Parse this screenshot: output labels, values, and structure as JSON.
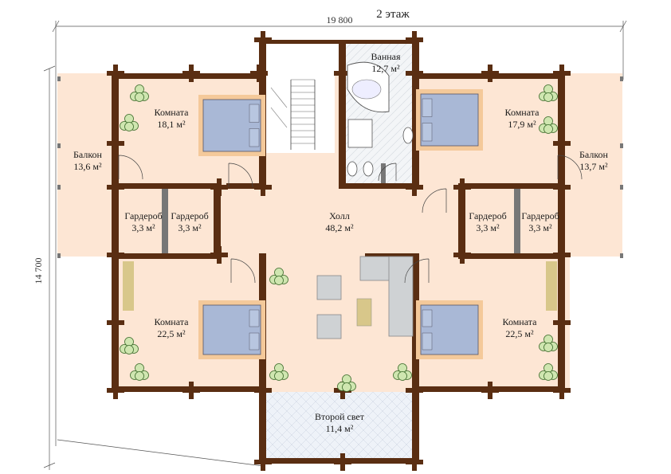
{
  "title": "2 этаж",
  "dimensions": {
    "width": "19 800",
    "height": "14 700"
  },
  "colors": {
    "floor": "#fde6d4",
    "balcony": "#fde6d4",
    "wall": "#5a2e12",
    "bed": "#a9b8d6",
    "pillow": "#ffffff",
    "frame": "#f4c99a",
    "plant": "#cfe6b0",
    "plant_stroke": "#3c6b2a",
    "sofa": "#cfd2d4",
    "table": "#d8c78a",
    "bath_floor": "#eef0f2",
    "void": "#e8eef6"
  },
  "rooms": [
    {
      "name": "Ванная",
      "area": "12,7 м²"
    },
    {
      "name": "Комната",
      "area": "18,1 м²"
    },
    {
      "name": "Комната",
      "area": "17,9 м²"
    },
    {
      "name": "Балкон",
      "area": "13,6 м²"
    },
    {
      "name": "Балкон",
      "area": "13,7 м²"
    },
    {
      "name": "Гардероб",
      "area": "3,3 м²"
    },
    {
      "name": "Гардероб",
      "area": "3,3 м²"
    },
    {
      "name": "Холл",
      "area": "48,2 м²"
    },
    {
      "name": "Гардероб",
      "area": "3,3 м²"
    },
    {
      "name": "Гардероб",
      "area": "3,3 м²"
    },
    {
      "name": "Комната",
      "area": "22,5 м²"
    },
    {
      "name": "Комната",
      "area": "22,5 м²"
    },
    {
      "name": "Второй свет",
      "area": "11,4 м²"
    }
  ]
}
